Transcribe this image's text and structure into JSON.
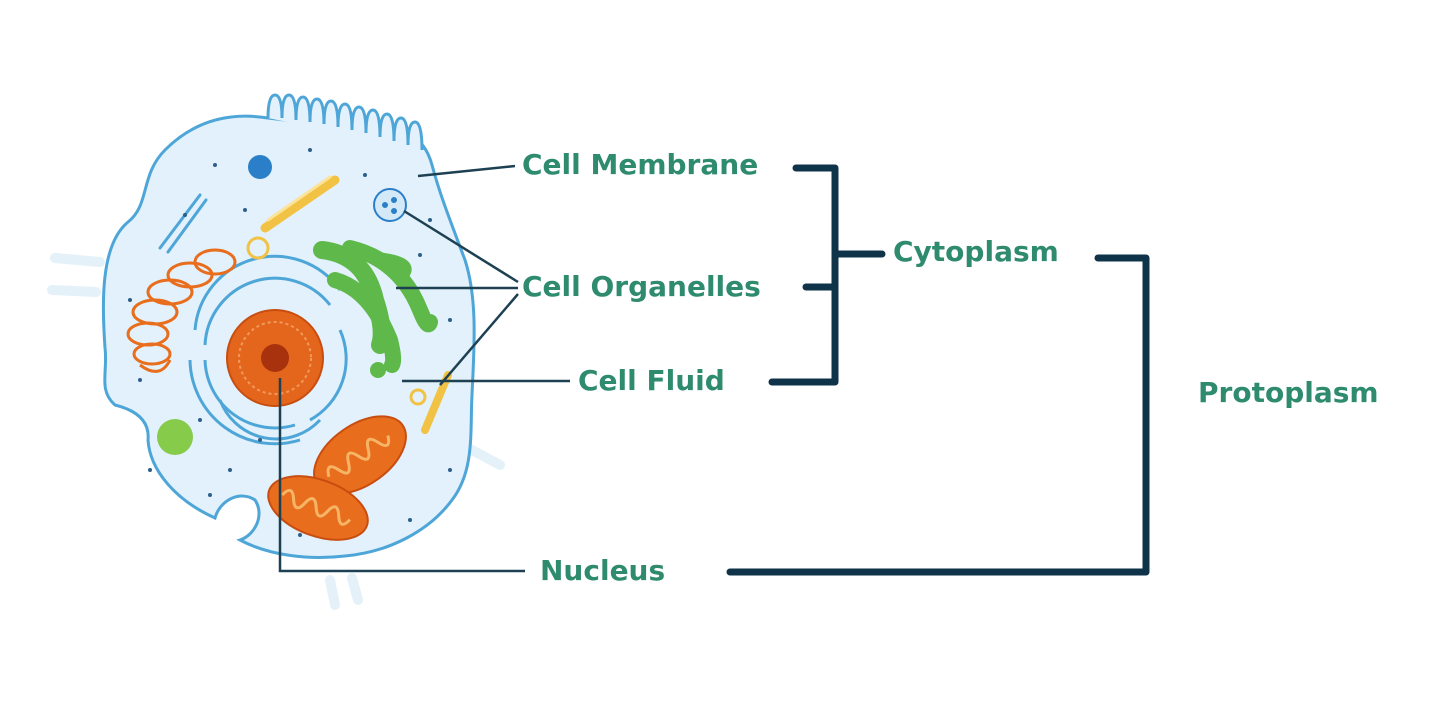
{
  "labels": {
    "cell_membrane": "Cell Membrane",
    "cell_organelles": "Cell Organelles",
    "cell_fluid": "Cell Fluid",
    "nucleus": "Nucleus",
    "cytoplasm": "Cytoplasm",
    "protoplasm": "Protoplasm"
  },
  "colors": {
    "label_text": "#2e8b6e",
    "bracket": "#0f3349",
    "leader_line": "#1d4152",
    "cell_fill": "#e2f1fb",
    "cell_outline": "#4ea6d8",
    "nucleus": "#e4661d",
    "nucleolus": "#a8320e",
    "golgi": "#5fb94a",
    "mitochondria": "#e86d1d",
    "mitochondria_inner": "#f6b566",
    "er": "#4ea6d8",
    "centriole": "#f2c244",
    "lysosome": "#86cb4a",
    "vacuole": "#2b7fc8"
  }
}
